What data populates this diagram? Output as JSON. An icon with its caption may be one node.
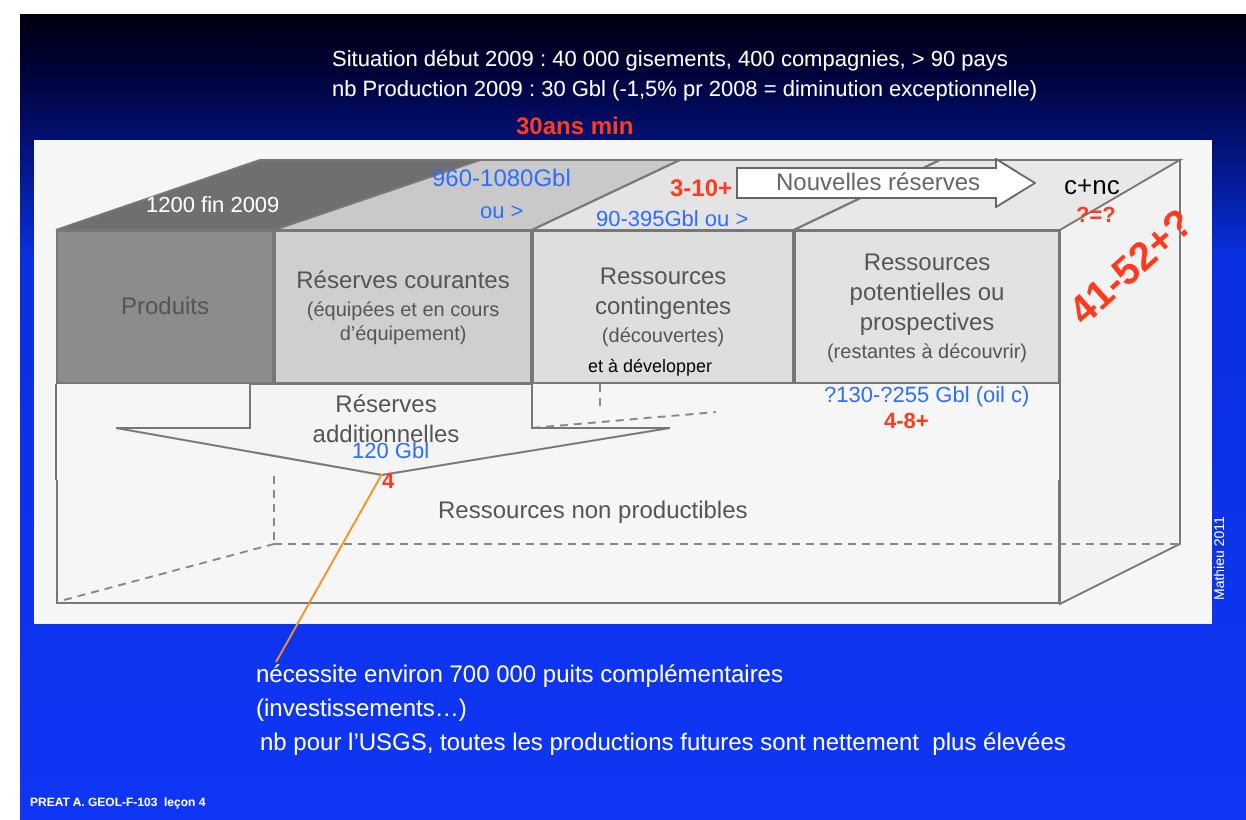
{
  "diagram": {
    "nodes": [
      {
        "text": [
          "Produits"
        ]
      },
      {
        "text": [
          "Réserves courantes",
          "(équipées et en cours d’équipement)"
        ]
      },
      {
        "text": [
          "Ressources contingentes",
          "(découvertes)"
        ]
      },
      {
        "text": [
          "Ressources potentielles ou prospectives",
          "(restantes à découvrir)"
        ]
      },
      {
        "text": [
          "Ressources non productibles"
        ]
      },
      {
        "text": [
          "Réserves additionnelles"
        ]
      },
      {
        "text": [
          "Nouvelles réserves"
        ]
      },
      {
        "text": [
          "nécessite environ 700 000 puits complémentaires (investissements…)"
        ]
      }
    ],
    "edges": [
      {
        "from": 7,
        "to": 5,
        "arrow": "none",
        "color": "#f39221"
      }
    ],
    "labels": [
      "Situation début 2009 : 40 000 gisements, 400 compagnies, > 90 pays",
      "nb Production 2009 : 30 Gbl (-1,5% pr 2008 = diminution exceptionnelle)",
      "30ans min",
      "1200 fin 2009",
      "960-1080Gbl",
      "ou >",
      "3-10+",
      "90-395Gbl ou >",
      "c+nc",
      "?=?",
      "41-52+?",
      "et à développer",
      "?130-?255 Gbl (oil c)",
      "4-8+",
      "120 Gbl",
      "4",
      "nb pour l’USGS, toutes les productions futures sont nettement  plus élevées",
      "Mathieu 2011",
      "PREAT A. GEOL-F-103  leçon 4"
    ]
  }
}
